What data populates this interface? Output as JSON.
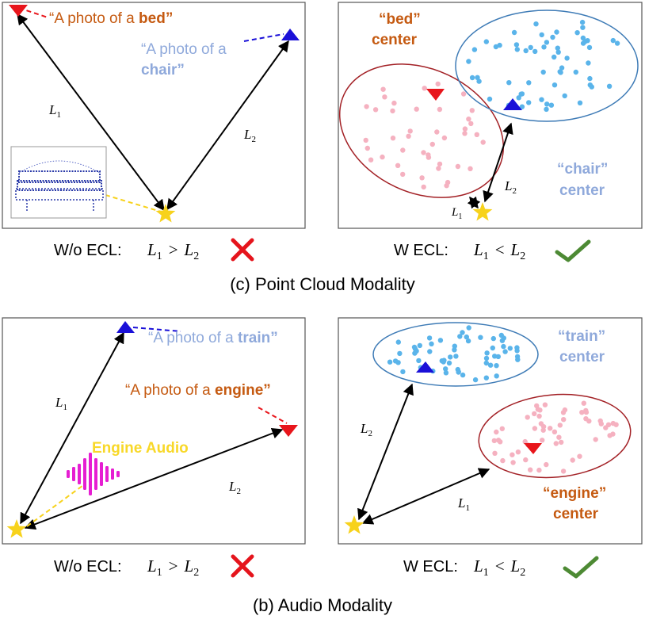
{
  "colors": {
    "red_marker": "#e8151b",
    "blue_marker": "#1a10d8",
    "star": "#f7d21c",
    "bed_text": "#c55a11",
    "chair_text": "#8fa9db",
    "engine_text": "#c55a11",
    "train_text": "#8fa9db",
    "red_ellipse": "#a32126",
    "blue_ellipse": "#3e7bb6",
    "pink_dot": "#f5b1c0",
    "blue_dot": "#5ab4ea",
    "audio_wave": "#e61ed2",
    "engine_audio": "#f8d828",
    "cross": "#e5141c",
    "check": "#4d8a34"
  },
  "top": {
    "left_panel": {
      "bed_prompt_prefix": "“A photo of a ",
      "bed_prompt_word": "bed",
      "bed_prompt_suffix": "”",
      "chair_prompt_line1": "“A photo of a",
      "chair_prompt_word": "chair",
      "chair_prompt_suffix": "”",
      "l1_label": "L",
      "l1_sub": "1",
      "l2_label": "L",
      "l2_sub": "2",
      "thumbnail_icon": "point-cloud-bed-thumbnail"
    },
    "right_panel": {
      "bed_center_line1": "“bed”",
      "bed_center_line2": "center",
      "chair_center_line1": "“chair”",
      "chair_center_line2": "center",
      "l1_label": "L",
      "l1_sub": "1",
      "l2_label": "L",
      "l2_sub": "2"
    },
    "left_caption": {
      "prefix": "W/o ECL:",
      "expr_l": "L",
      "expr_l_sub": "1",
      "op": ">",
      "expr_r": "L",
      "expr_r_sub": "2",
      "icon": "cross-icon"
    },
    "right_caption": {
      "prefix": "W ECL:",
      "expr_l": "L",
      "expr_l_sub": "1",
      "op": "<",
      "expr_r": "L",
      "expr_r_sub": "2",
      "icon": "check-icon"
    },
    "section_title": "(c)  Point Cloud Modality"
  },
  "bottom": {
    "left_panel": {
      "train_prompt_prefix": "“A photo of a ",
      "train_prompt_word": "train",
      "train_prompt_suffix": "”",
      "engine_prompt_prefix": "“A photo of a ",
      "engine_prompt_word": "engine",
      "engine_prompt_suffix": "”",
      "engine_audio": "Engine Audio",
      "l1_label": "L",
      "l1_sub": "1",
      "l2_label": "L",
      "l2_sub": "2",
      "audio_icon": "audio-waveform-icon"
    },
    "right_panel": {
      "train_center_line1": "“train”",
      "train_center_line2": "center",
      "engine_center_line1": "“engine”",
      "engine_center_line2": "center",
      "l1_label": "L",
      "l1_sub": "1",
      "l2_label": "L",
      "l2_sub": "2"
    },
    "left_caption": {
      "prefix": "W/o ECL:",
      "expr_l": "L",
      "expr_l_sub": "1",
      "op": ">",
      "expr_r": "L",
      "expr_r_sub": "2",
      "icon": "cross-icon"
    },
    "right_caption": {
      "prefix": "W ECL:",
      "expr_l": "L",
      "expr_l_sub": "1",
      "op": "<",
      "expr_r": "L",
      "expr_r_sub": "2",
      "icon": "check-icon"
    },
    "section_title": "(b)  Audio Modality"
  }
}
